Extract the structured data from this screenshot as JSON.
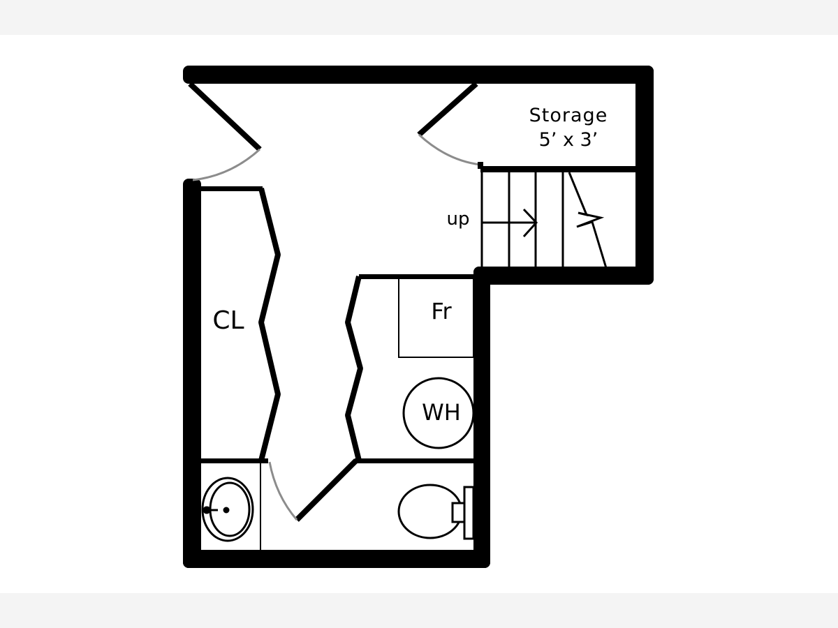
{
  "labels": {
    "storage": "Storage",
    "storage_size": "5’ x 3’",
    "stairs": "up",
    "closet": "CL",
    "fridge": "Fr",
    "water_heater": "WH"
  },
  "colors": {
    "wall": "#000000",
    "door_swing": "#8c8c8c",
    "background": "#ffffff",
    "margin": "#f4f4f4"
  }
}
